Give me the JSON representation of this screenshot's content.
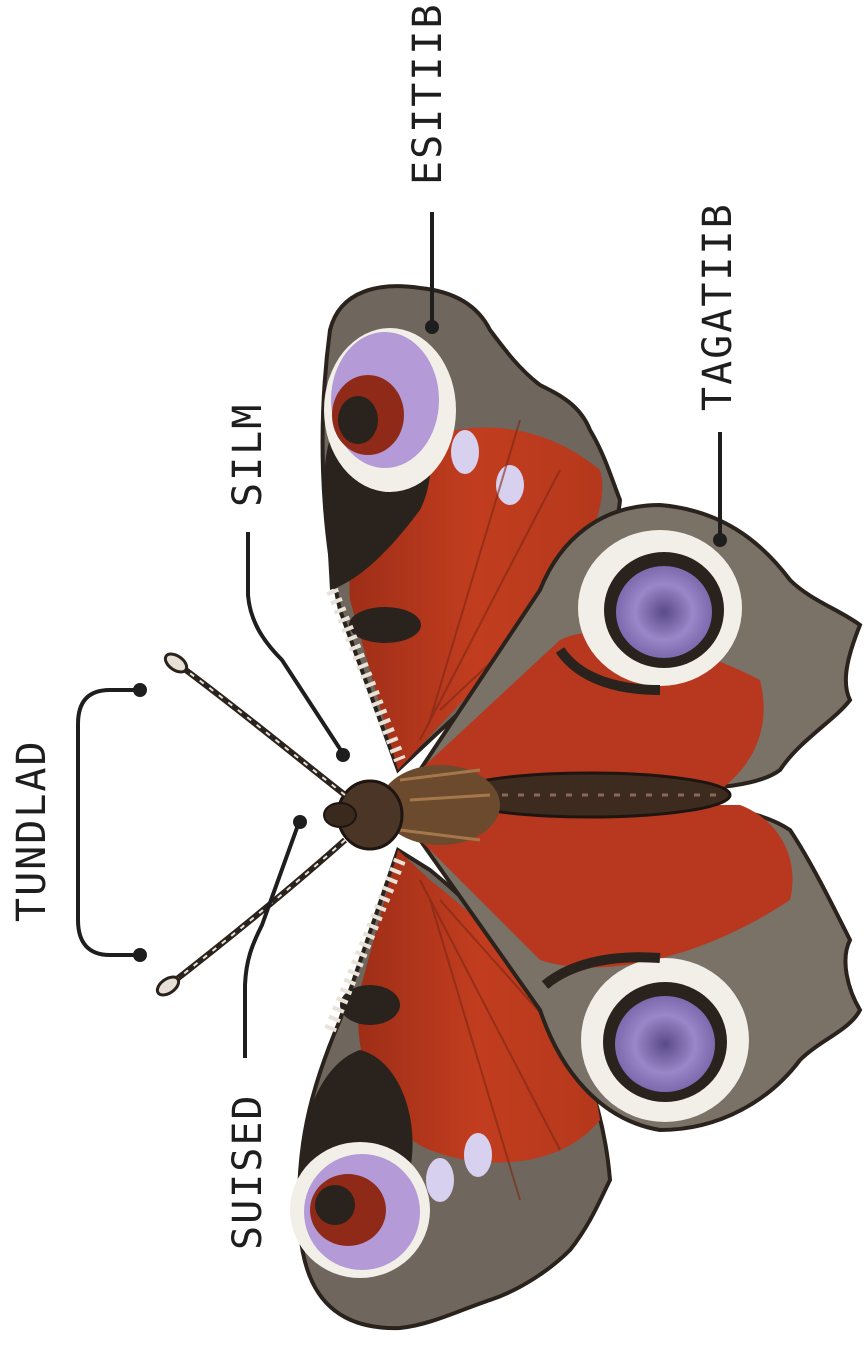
{
  "labels": {
    "forewing": "ESITIIB",
    "hindwing": "TAGATIIB",
    "eye": "SILM",
    "antennae": "TUNDLAD",
    "mouthparts": "SUISED"
  },
  "colors": {
    "wing_red": "#b8381f",
    "wing_border": "#6f665d",
    "wing_dark": "#2a221c",
    "eyespot_violet": "#9a86c8",
    "eyespot_white": "#f2efe8",
    "body_brown": "#4a3526",
    "label_ink": "#1e1e1e"
  }
}
